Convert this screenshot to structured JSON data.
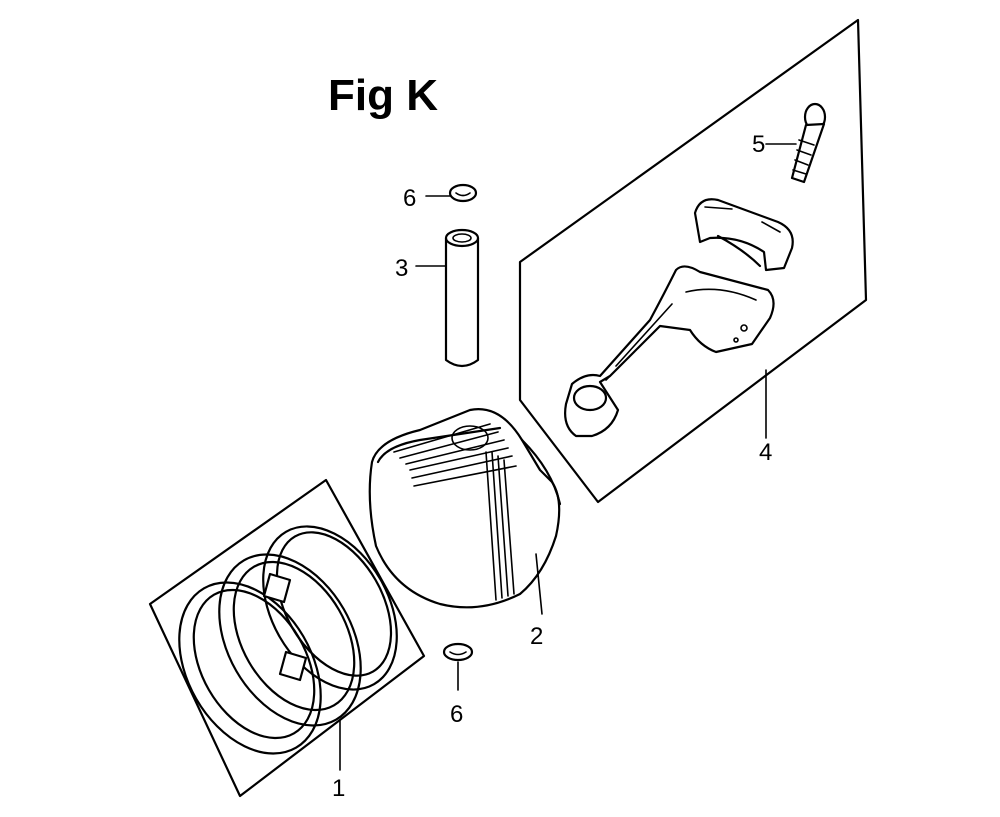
{
  "title": "Fig K",
  "callouts": {
    "piston_rings": "1",
    "piston": "2",
    "piston_pin": "3",
    "connecting_rod": "4",
    "rod_bolt": "5",
    "pin_clip_top": "6",
    "pin_clip_bottom": "6"
  }
}
